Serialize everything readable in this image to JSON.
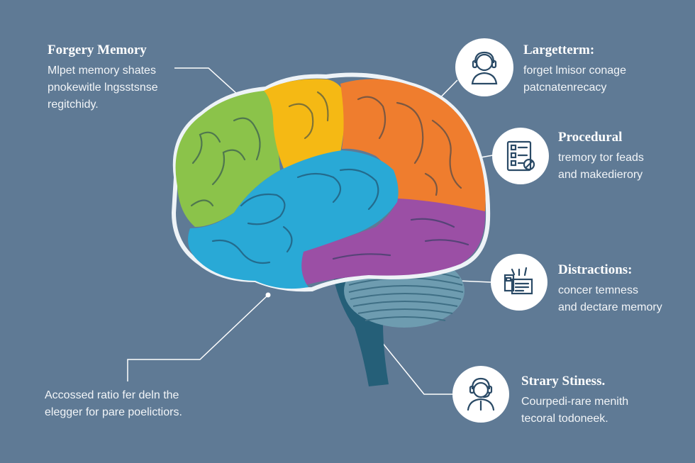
{
  "labels": {
    "forgery": {
      "title": "Forgery Memory",
      "lines": [
        "Mlpet memory shates",
        "pnokewitle lngsstsnse",
        "regitchidy."
      ]
    },
    "largeterm": {
      "title": "Largetterm:",
      "lines": [
        "forget lmisor conage",
        "patcnatenrecacy"
      ]
    },
    "procedural": {
      "title": "Procedural",
      "lines": [
        "tremory tor feads",
        "and makedierory"
      ]
    },
    "distractions": {
      "title": "Distractions:",
      "lines": [
        "concer temness",
        "and dectare memory"
      ]
    },
    "strary": {
      "title": "Strary Stiness.",
      "lines": [
        "Courpedi-rare menith",
        "tecoral todoneek."
      ]
    },
    "accessed": {
      "lines": [
        "Accossed ratio fer deln the",
        "elegger for pare poelictiors."
      ]
    }
  },
  "icons": {
    "largeterm": "headset-person-icon",
    "procedural": "checklist-document-icon",
    "distractions": "notification-cards-icon",
    "strary": "headset-agent-icon"
  },
  "colors": {
    "background": "#5f7a95",
    "frontal_lobe": "#8bc34a",
    "motor_strip": "#f5b914",
    "parietal_lobe": "#ef7d2e",
    "temporal_lobe": "#29a9d6",
    "occipital_lobe": "#9b4fa5",
    "cerebellum": "#6e9cb0",
    "brain_stem": "#255f78",
    "icon_stroke": "#2a4a66"
  }
}
